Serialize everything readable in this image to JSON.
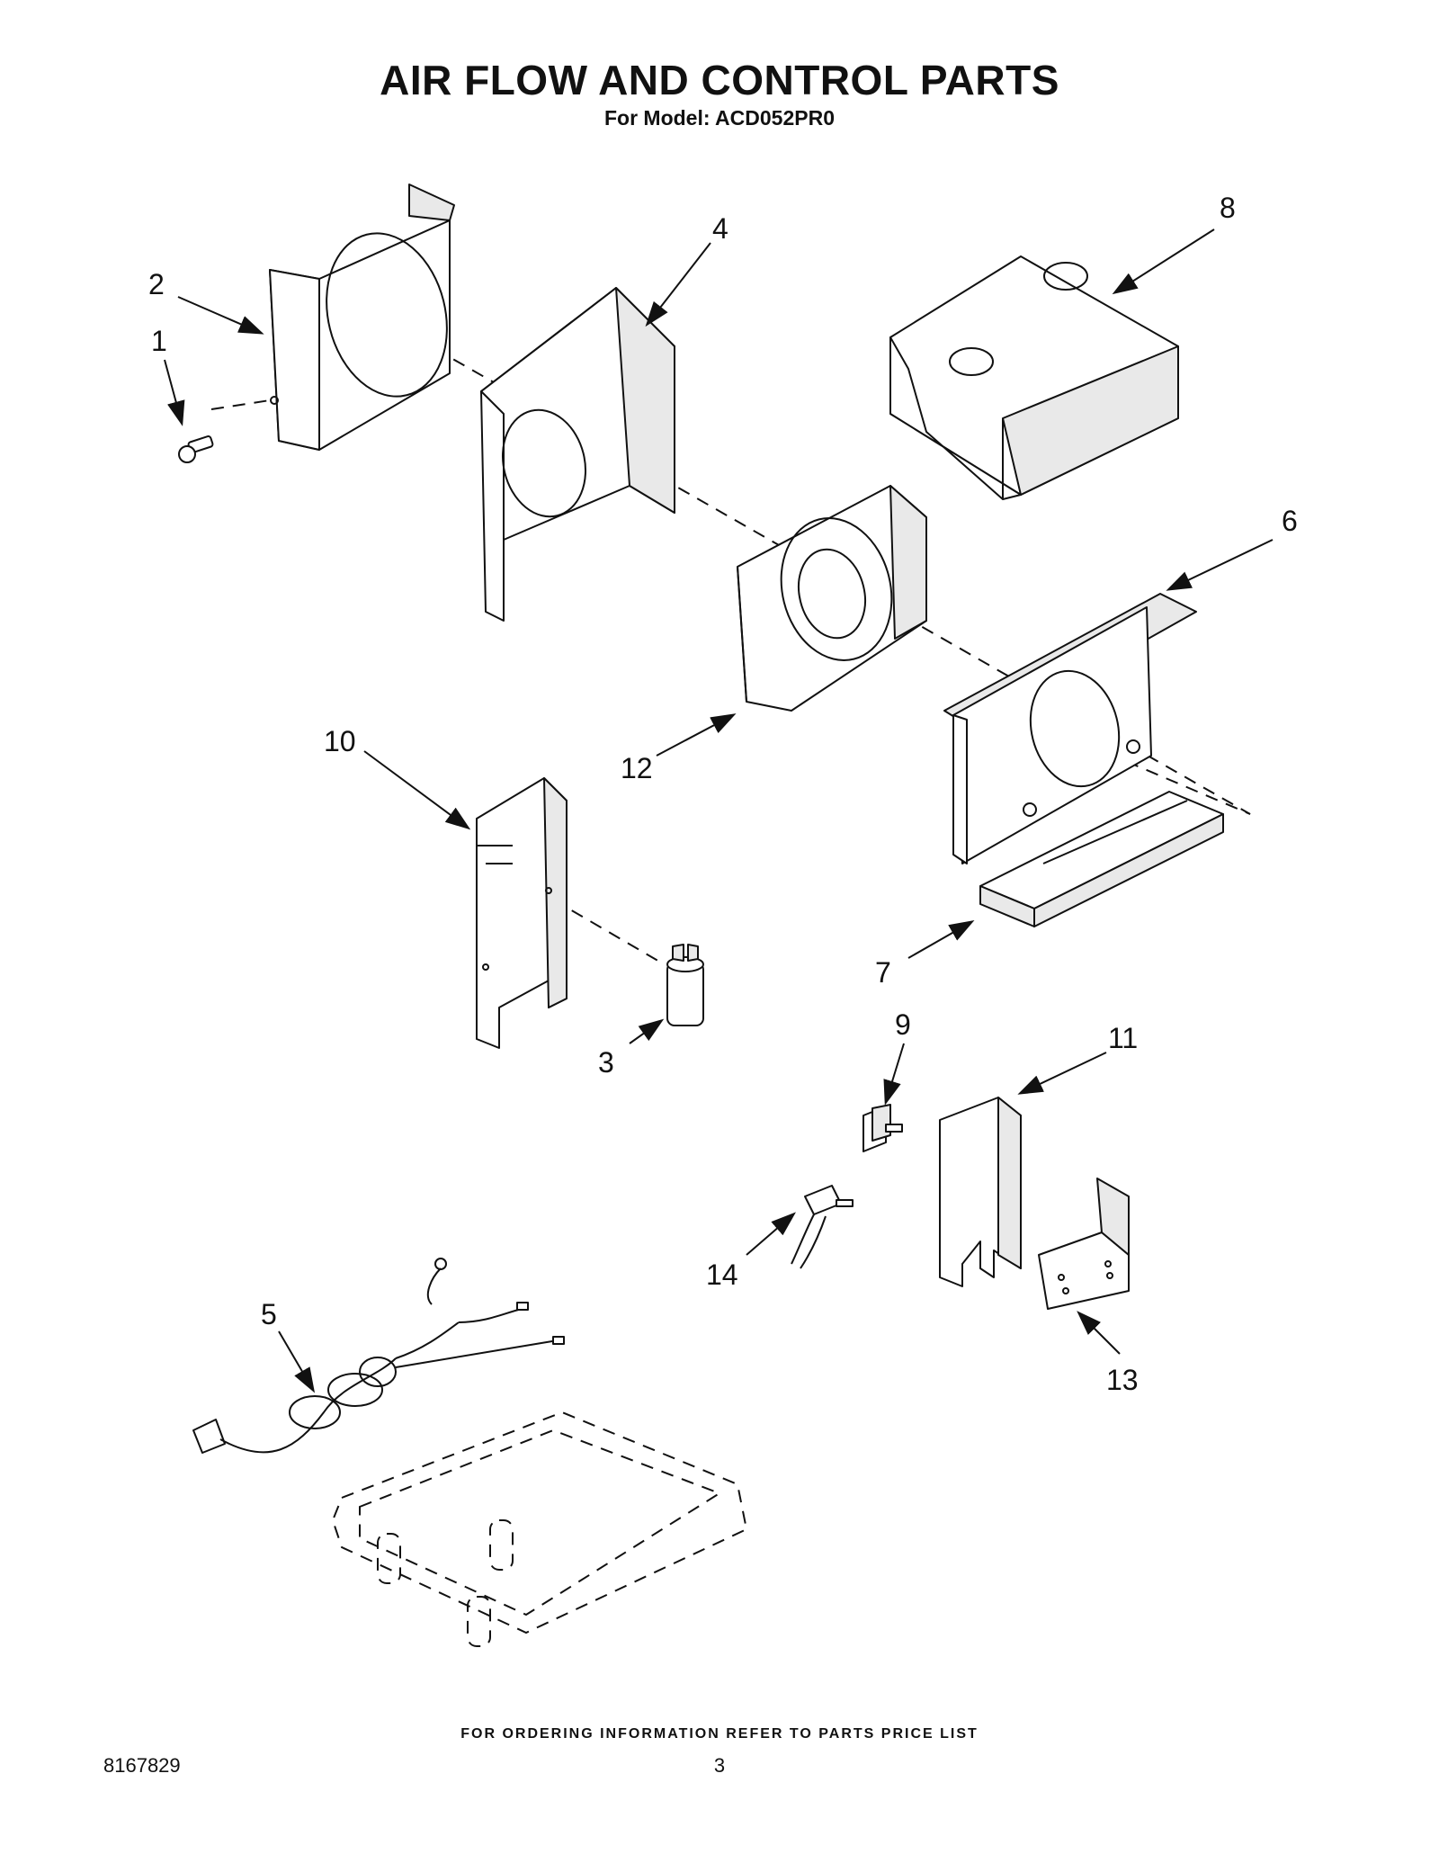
{
  "header": {
    "title": "AIR FLOW AND CONTROL PARTS",
    "subtitle": "For Model: ACD052PR0"
  },
  "diagram": {
    "callouts": [
      "1",
      "2",
      "3",
      "4",
      "5",
      "6",
      "7",
      "8",
      "9",
      "10",
      "11",
      "12",
      "13",
      "14"
    ]
  },
  "footer": {
    "note": "FOR ORDERING INFORMATION REFER TO PARTS PRICE LIST",
    "doc_number": "8167829",
    "page_number": "3"
  }
}
